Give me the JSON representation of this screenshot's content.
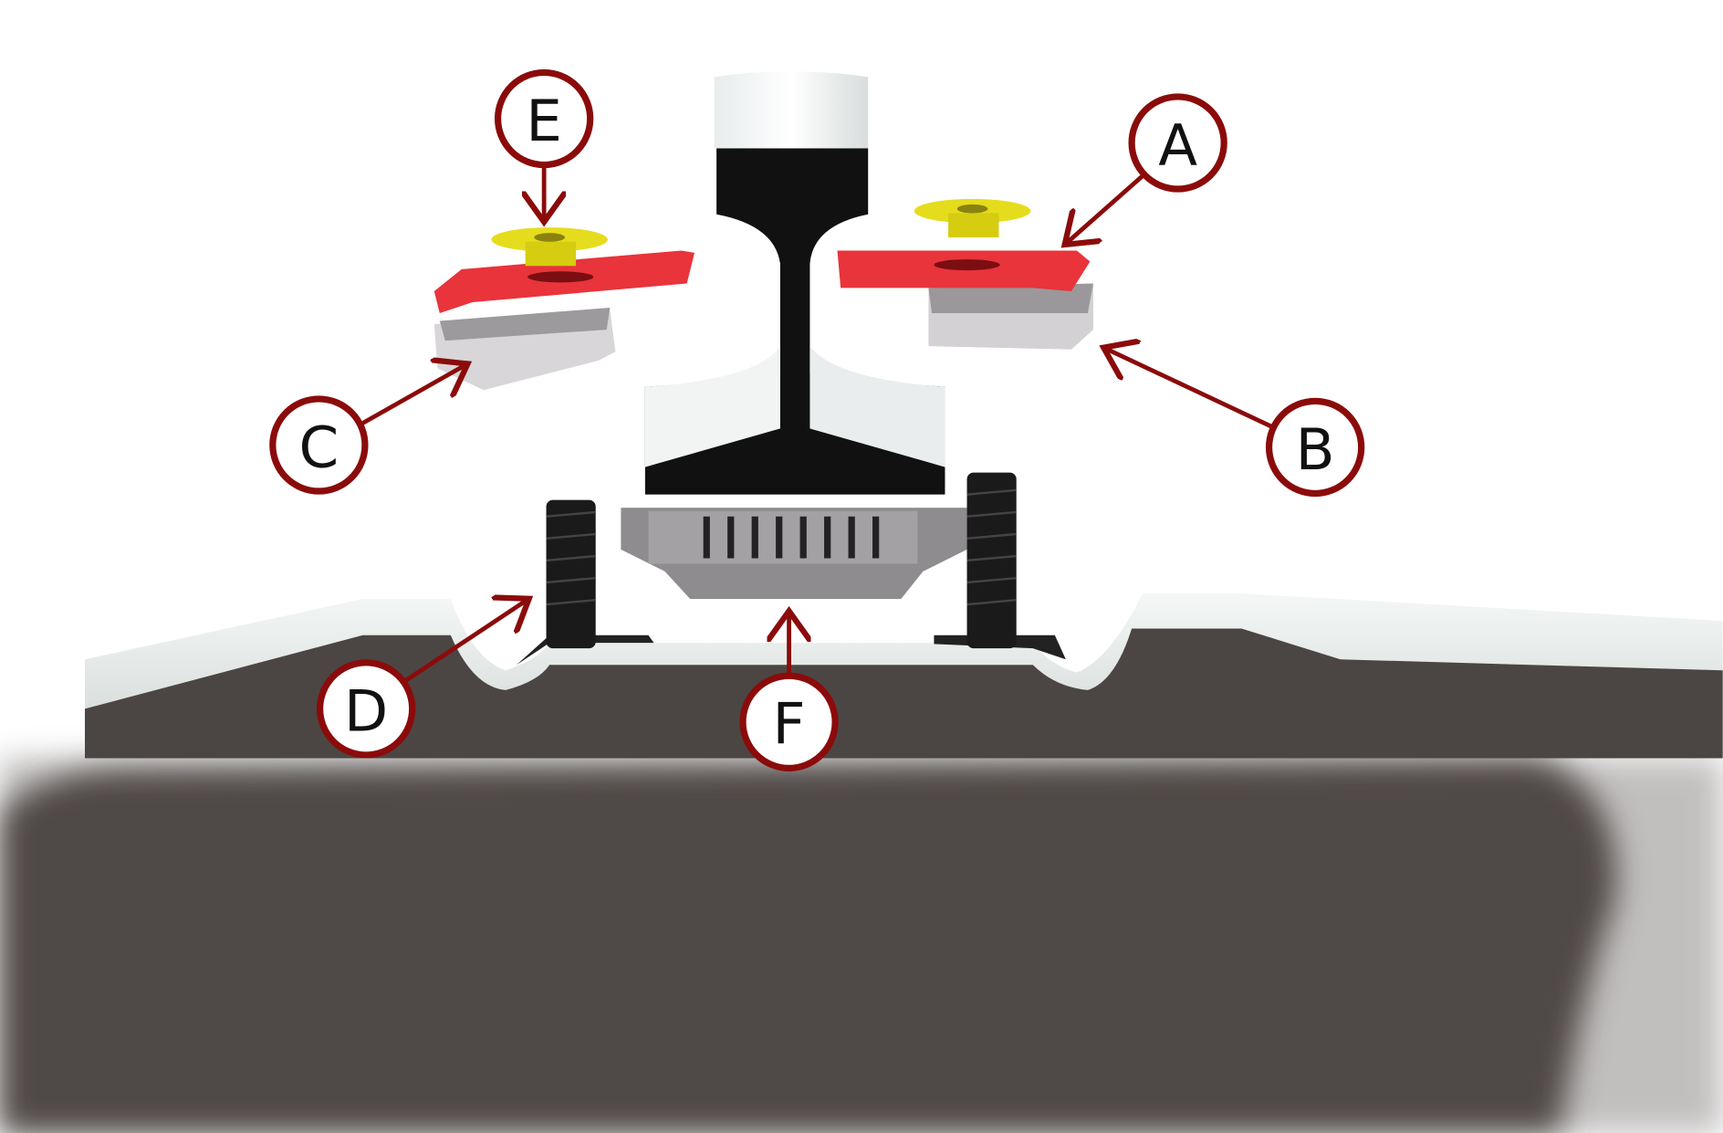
{
  "diagram": {
    "callouts": [
      {
        "id": "A",
        "label": "A"
      },
      {
        "id": "B",
        "label": "B"
      },
      {
        "id": "C",
        "label": "C"
      },
      {
        "id": "D",
        "label": "D"
      },
      {
        "id": "E",
        "label": "E"
      },
      {
        "id": "F",
        "label": "F"
      }
    ],
    "colors": {
      "callout": "#8b0b0b",
      "clip": "#e8343a",
      "washer": "#e6dc1e",
      "rail": "#111111",
      "base": "#4f4a46",
      "insulator": "#d8d6d8"
    }
  }
}
